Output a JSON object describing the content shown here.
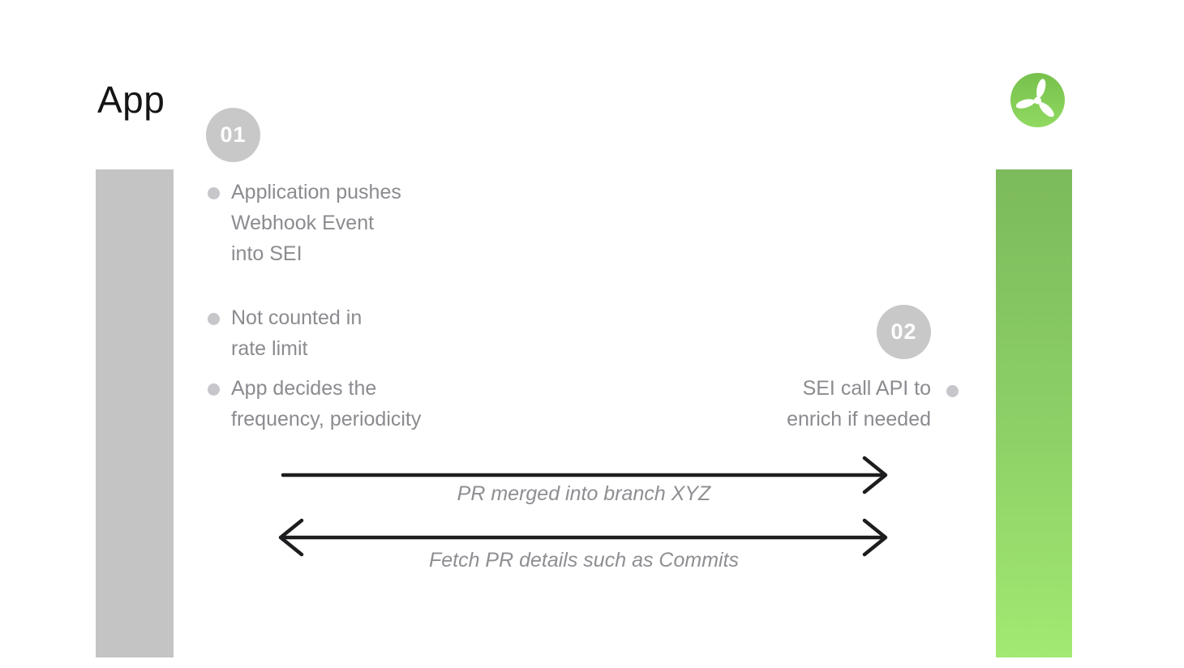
{
  "page": {
    "title": "App"
  },
  "logo": {
    "icon": "propeller-icon",
    "color_top": "#77c04c",
    "color_bottom": "#90da62"
  },
  "bars": {
    "left_color": "#c4c4c4",
    "right_gradient_top": "#7cba5b",
    "right_gradient_bottom": "#a2e972"
  },
  "steps": {
    "step1": "01",
    "step2": "02"
  },
  "bullets": {
    "items": [
      {
        "text": "Application pushes\nWebhook Event\ninto SEI"
      },
      {
        "text": "Not counted in\nrate limit"
      },
      {
        "text": "App decides the\nfrequency, periodicity"
      }
    ]
  },
  "right_note": {
    "text": "SEI call API to\nenrich if needed"
  },
  "arrows": {
    "forward": {
      "label": "PR merged into branch XYZ",
      "direction": "right"
    },
    "backward": {
      "label": "Fetch PR details such as Commits",
      "direction": "both"
    }
  },
  "colors": {
    "text_gray": "#8b8b90",
    "badge_gray": "#c8c8c8",
    "arrow_black": "#1d1d1f"
  }
}
